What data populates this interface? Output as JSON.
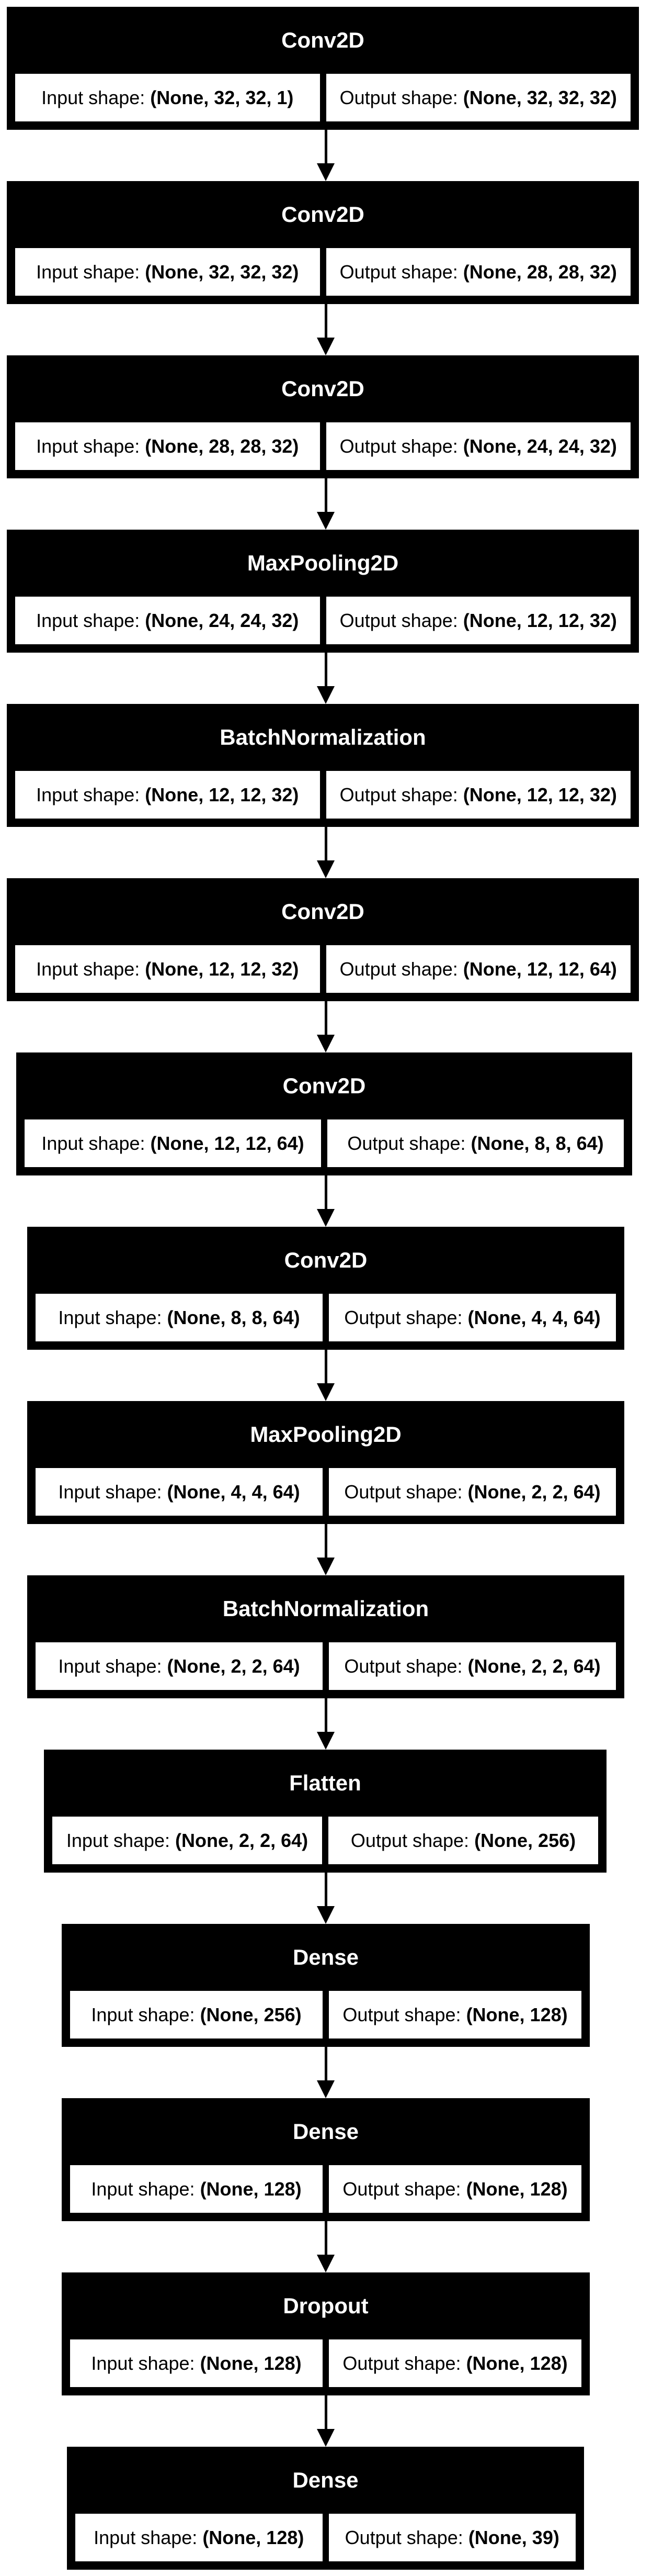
{
  "labels": {
    "input": "Input shape:",
    "output": "Output shape:"
  },
  "layers": [
    {
      "name": "Conv2D",
      "input_shape": "(None, 32, 32, 1)",
      "output_shape": "(None, 32, 32, 32)"
    },
    {
      "name": "Conv2D",
      "input_shape": "(None, 32, 32, 32)",
      "output_shape": "(None, 28, 28, 32)"
    },
    {
      "name": "Conv2D",
      "input_shape": "(None, 28, 28, 32)",
      "output_shape": "(None, 24, 24, 32)"
    },
    {
      "name": "MaxPooling2D",
      "input_shape": "(None, 24, 24, 32)",
      "output_shape": "(None, 12, 12, 32)"
    },
    {
      "name": "BatchNormalization",
      "input_shape": "(None, 12, 12, 32)",
      "output_shape": "(None, 12, 12, 32)"
    },
    {
      "name": "Conv2D",
      "input_shape": "(None, 12, 12, 32)",
      "output_shape": "(None, 12, 12, 64)"
    },
    {
      "name": "Conv2D",
      "input_shape": "(None, 12, 12, 64)",
      "output_shape": "(None, 8, 8, 64)"
    },
    {
      "name": "Conv2D",
      "input_shape": "(None, 8, 8, 64)",
      "output_shape": "(None, 4, 4, 64)"
    },
    {
      "name": "MaxPooling2D",
      "input_shape": "(None, 4, 4, 64)",
      "output_shape": "(None, 2, 2, 64)"
    },
    {
      "name": "BatchNormalization",
      "input_shape": "(None, 2, 2, 64)",
      "output_shape": "(None, 2, 2, 64)"
    },
    {
      "name": "Flatten",
      "input_shape": "(None, 2, 2, 64)",
      "output_shape": "(None, 256)"
    },
    {
      "name": "Dense",
      "input_shape": "(None, 256)",
      "output_shape": "(None, 128)"
    },
    {
      "name": "Dense",
      "input_shape": "(None, 128)",
      "output_shape": "(None, 128)"
    },
    {
      "name": "Dropout",
      "input_shape": "(None, 128)",
      "output_shape": "(None, 128)"
    },
    {
      "name": "Dense",
      "input_shape": "(None, 128)",
      "output_shape": "(None, 39)"
    }
  ]
}
